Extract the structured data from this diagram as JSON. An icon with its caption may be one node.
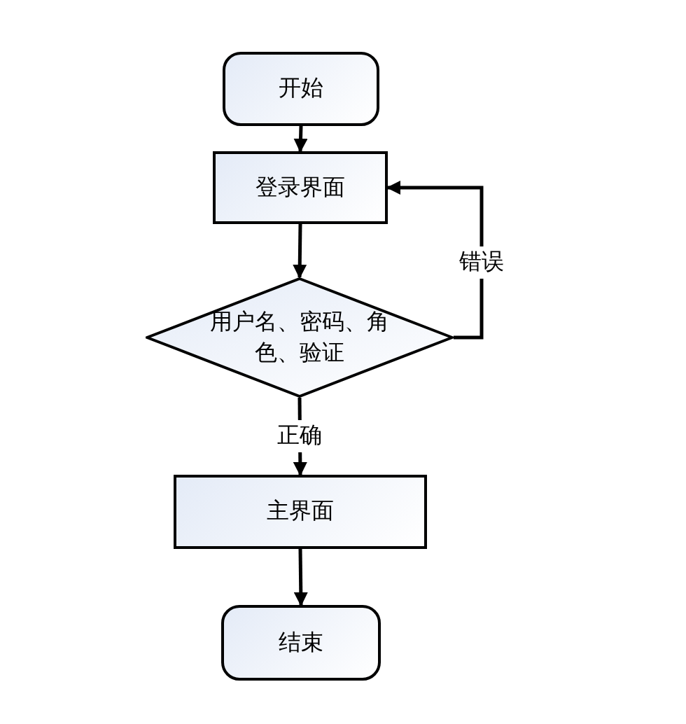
{
  "diagram": {
    "nodes": [
      {
        "text": [
          "开始"
        ]
      },
      {
        "text": [
          "登录界面"
        ]
      },
      {
        "text": [
          "用户名、密码、角色、验证"
        ]
      },
      {
        "text": [
          "主界面"
        ]
      },
      {
        "text": [
          "结束"
        ]
      }
    ],
    "edges": [
      {
        "from": 0,
        "to": 1,
        "arrow": "to"
      },
      {
        "from": 1,
        "to": 2,
        "arrow": "to"
      },
      {
        "from": 2,
        "to": 1,
        "arrow": "to",
        "label": "错误"
      },
      {
        "from": 2,
        "to": 3,
        "arrow": "to",
        "label": "正确"
      },
      {
        "from": 3,
        "to": 4,
        "arrow": "to"
      }
    ]
  }
}
